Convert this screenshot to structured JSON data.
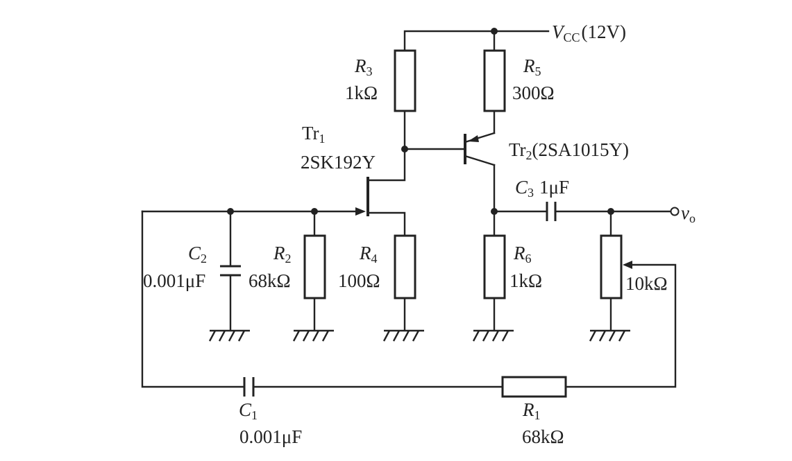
{
  "labels": {
    "vcc": "V",
    "vcc_sub": "CC",
    "vcc_value": "(12V)",
    "r3_name": "R",
    "r3_sub": "3",
    "r3_value": "1kΩ",
    "r5_name": "R",
    "r5_sub": "5",
    "r5_value": "300Ω",
    "tr1_name": "Tr",
    "tr1_sub": "1",
    "tr1_part": "2SK192Y",
    "tr2_name": "Tr",
    "tr2_sub": "2",
    "tr2_part": "(2SA1015Y)",
    "c3_name": "C",
    "c3_sub": "3",
    "c3_value": "1μF",
    "vo": "v",
    "vo_sub": "o",
    "c2_name": "C",
    "c2_sub": "2",
    "c2_value": "0.001μF",
    "r2_name": "R",
    "r2_sub": "2",
    "r2_value": "68kΩ",
    "r4_name": "R",
    "r4_sub": "4",
    "r4_value": "100Ω",
    "r6_name": "R",
    "r6_sub": "6",
    "r6_value": "1kΩ",
    "pot_value": "10kΩ",
    "c1_name": "C",
    "c1_sub": "1",
    "c1_value": "0.001μF",
    "r1_name": "R",
    "r1_sub": "1",
    "r1_value": "68kΩ"
  }
}
